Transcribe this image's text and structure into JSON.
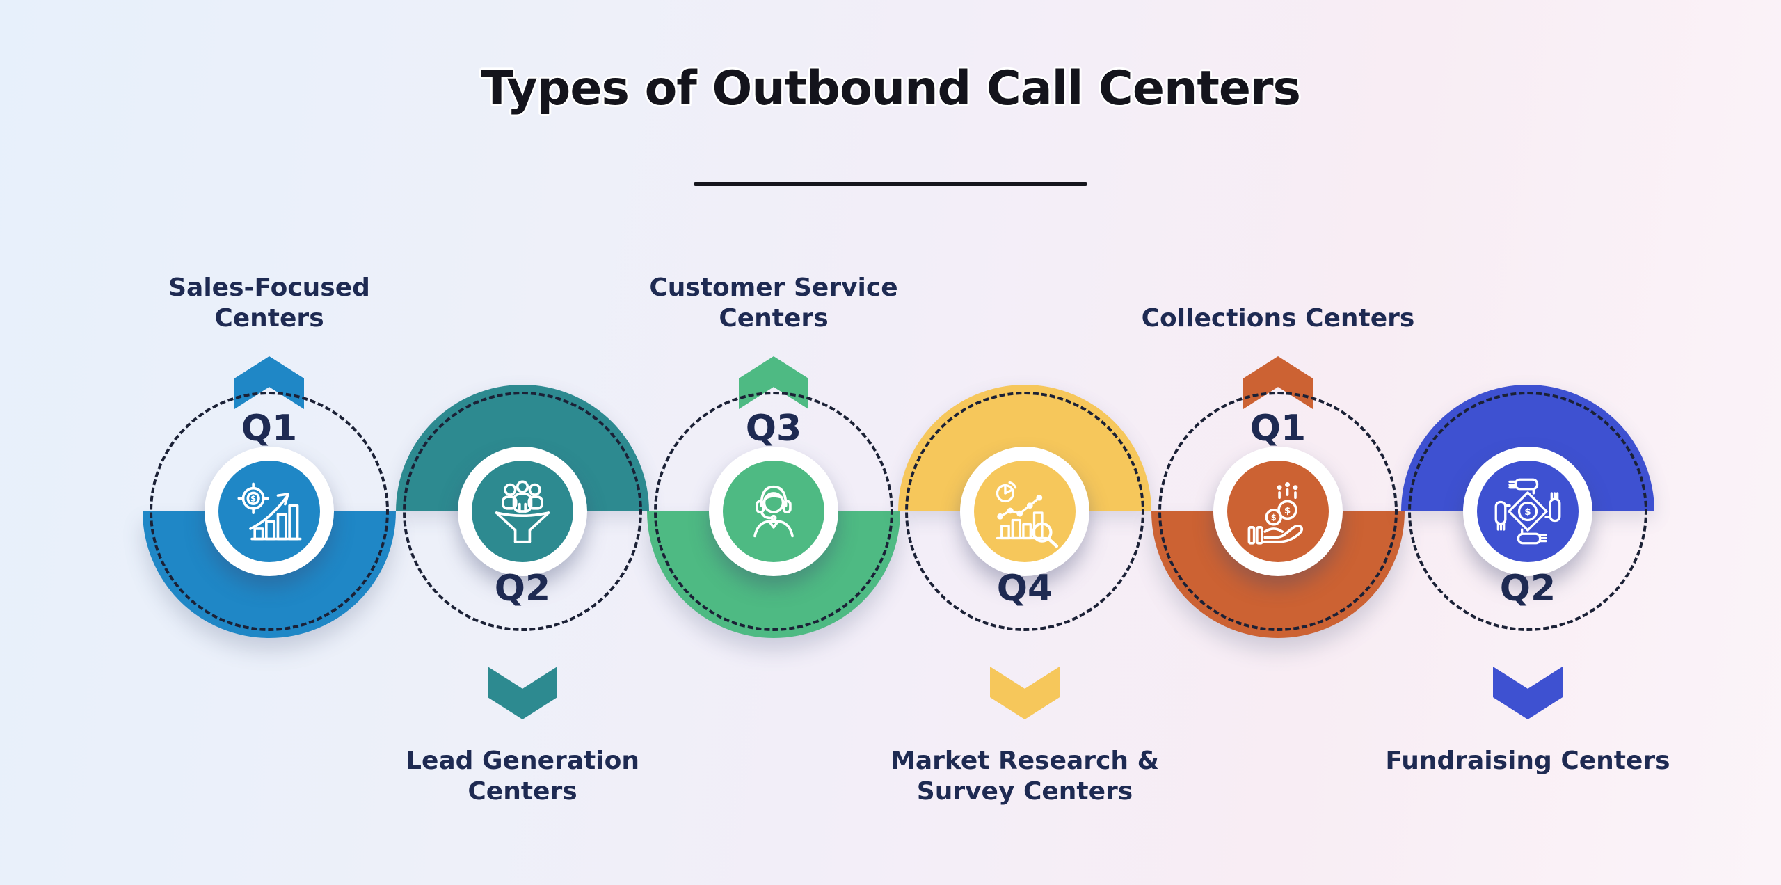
{
  "title": {
    "text": "Types of Outbound Call Centers"
  },
  "colors": {
    "background_left": "#e7f0fb",
    "background_right": "#fbf4f9",
    "title_text": "#14141c",
    "label_text": "#1e2a52",
    "dashed_circle": "#1b2136",
    "ring": "#ffffff",
    "icon_stroke": "#ffffff"
  },
  "items": [
    {
      "name": "sales-focused",
      "label": "Sales-Focused\nCenters",
      "quarter": "Q1",
      "color": "#1f87c6",
      "arrow": "up",
      "label_position": "top",
      "icon": "growth-target-chart-icon"
    },
    {
      "name": "lead-generation",
      "label": "Lead Generation\nCenters",
      "quarter": "Q2",
      "color": "#2d8a90",
      "arrow": "down",
      "label_position": "bottom",
      "icon": "lead-funnel-icon"
    },
    {
      "name": "customer-service",
      "label": "Customer Service\nCenters",
      "quarter": "Q3",
      "color": "#4eba83",
      "arrow": "up",
      "label_position": "top",
      "icon": "support-agent-headset-icon"
    },
    {
      "name": "market-research",
      "label": "Market Research &\nSurvey Centers",
      "quarter": "Q4",
      "color": "#f6c75b",
      "arrow": "down",
      "label_position": "bottom",
      "icon": "market-analytics-magnifier-icon"
    },
    {
      "name": "collections",
      "label": "Collections Centers",
      "quarter": "Q1",
      "color": "#cc6233",
      "arrow": "up",
      "label_position": "top",
      "icon": "hand-receiving-coins-icon"
    },
    {
      "name": "fundraising",
      "label": "Fundraising Centers",
      "quarter": "Q2",
      "color": "#3e51d1",
      "arrow": "down",
      "label_position": "bottom",
      "icon": "hands-around-dollar-icon"
    }
  ]
}
